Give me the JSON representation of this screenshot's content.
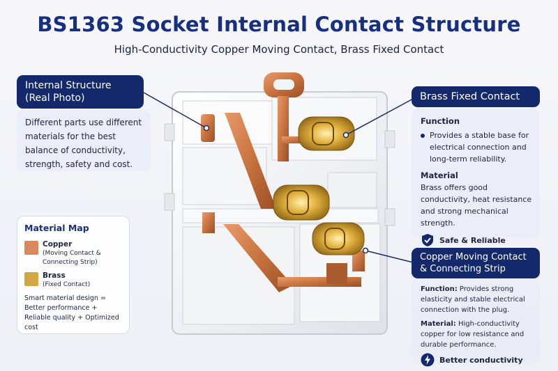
{
  "title": "BS1363 Socket Internal Contact Structure",
  "subtitle": "High-Conductivity Copper Moving Contact, Brass Fixed Contact",
  "left_panel": {
    "header_line1": "Internal Structure",
    "header_line2": "(Real Photo)",
    "body": "Different parts use different materials for the best balance of conductivity, strength, safety and cost."
  },
  "material_map": {
    "title": "Material Map",
    "items": [
      {
        "name": "Copper",
        "desc_line1": "(Moving Contact &",
        "desc_line2": "Connecting Strip)",
        "color": "#d88a5c"
      },
      {
        "name": "Brass",
        "desc_line1": "(Fixed Contact)",
        "desc_line2": "",
        "color": "#d2a845"
      }
    ],
    "footer_line1": "Smart material design =",
    "footer_line2": "Better performance +",
    "footer_line3": "Reliable quality + Optimized cost"
  },
  "brass_panel": {
    "header": "Brass Fixed Contact",
    "function_label": "Function",
    "function_text": "Provides a stable base for electrical connection and long-term reliability.",
    "material_label": "Material",
    "material_text": "Brass offers good conductivity, heat resistance and strong mechanical strength.",
    "badge": "Safe & Reliable",
    "badge_icon": "shield-check-icon"
  },
  "copper_panel": {
    "header_line1": "Copper Moving Contact",
    "header_line2": "& Connecting Strip",
    "function_label": "Function:",
    "function_text": "Provides strong elasticity and stable electrical connection with the plug.",
    "material_label": "Material:",
    "material_text": "High-conductivity copper for low resistance and durable performance.",
    "badge": "Better conductivity",
    "badge_icon": "lightning-bolt-icon"
  },
  "colors": {
    "navy": "#14296b",
    "title_blue": "#16307f",
    "copper": "#c8733f",
    "brass": "#d4a032",
    "housing": "#f1f2f4"
  }
}
